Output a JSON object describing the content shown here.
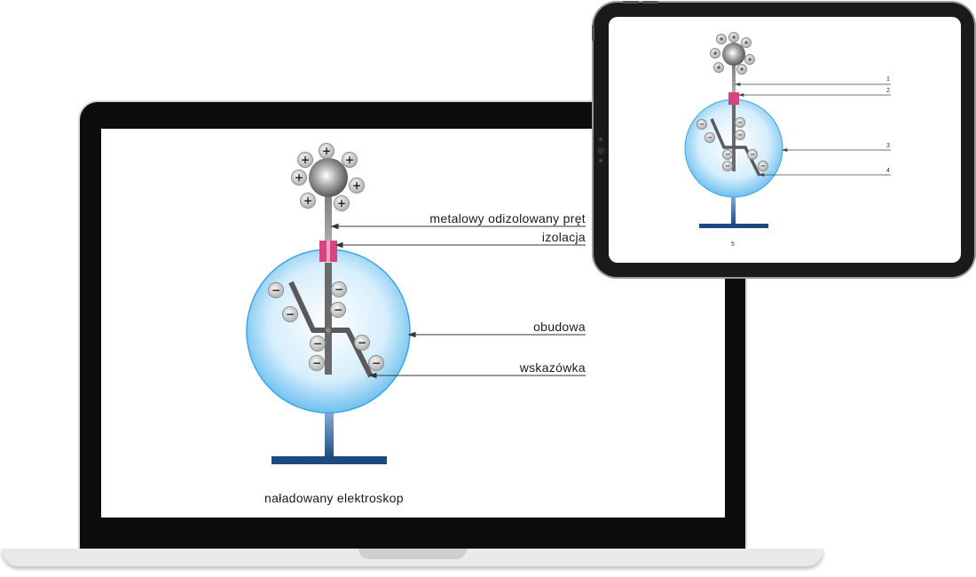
{
  "laptop": {
    "labels": {
      "rod": "metalowy odizolowany pręt",
      "insulation": "izolacja",
      "casing": "obudowa",
      "pointer": "wskazówka"
    },
    "caption": "naładowany elektroskop",
    "positive_sign": "+",
    "negative_sign": "−"
  },
  "tablet": {
    "labels": {
      "n1": "1",
      "n2": "2",
      "n3": "3",
      "n4": "4"
    },
    "caption": "5"
  },
  "colors": {
    "insulation": "#d6457f",
    "base": "#1c4a80",
    "casing_edge": "#2b9be0",
    "casing_fill": "#cfeafb"
  }
}
